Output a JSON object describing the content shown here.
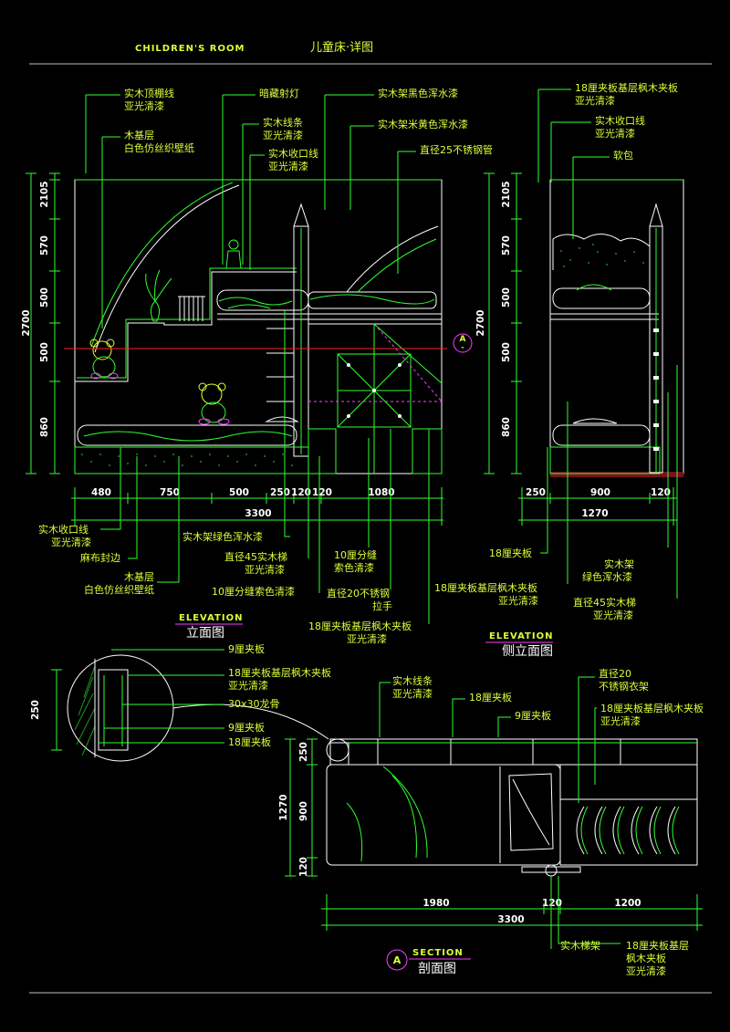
{
  "header": {
    "title_en": "CHILDREN'S  ROOM",
    "title_cn": "儿童床·详图"
  },
  "colors": {
    "background": "#000000",
    "linework": "#2fff2f",
    "labels": "#d8ff3a",
    "dimensions": "#ffffff",
    "accent": "#ff3bff"
  },
  "elevation": {
    "heading_en": "ELEVATION",
    "heading_cn": "立面图",
    "v_dims": [
      "2105",
      "570",
      "500",
      "500",
      "860"
    ],
    "total_height": "2700",
    "h_dims": [
      "480",
      "750",
      "500",
      "250",
      "120",
      "120",
      "1080"
    ],
    "total_width": "3300",
    "callout": "A",
    "callout_sub": "-",
    "labels_top": [
      [
        "实木顶棚线",
        "亚光清漆"
      ],
      [
        "木基层",
        "白色仿丝织壁纸"
      ],
      [
        "暗藏射灯"
      ],
      [
        "实木线条",
        "亚光清漆"
      ],
      [
        "实木收口线",
        "亚光清漆"
      ],
      [
        "实木架黑色浑水漆"
      ],
      [
        "实木架米黄色浑水漆"
      ],
      [
        "直径25不锈钢管"
      ]
    ],
    "labels_bottom": [
      [
        "实木收口线",
        "亚光清漆"
      ],
      [
        "麻布封边"
      ],
      [
        "实木架绿色浑水漆"
      ],
      [
        "直径45实木梯",
        "亚光清漆"
      ],
      [
        "木基层",
        "白色仿丝织壁纸"
      ],
      [
        "10厘分缝索色清漆"
      ],
      [
        "10厘分缝",
        "索色清漆"
      ],
      [
        "直径20不锈钢",
        "拉手"
      ],
      [
        "18厘夹板基层枫木夹板",
        "亚光清漆"
      ]
    ]
  },
  "side_elevation": {
    "heading_en": "ELEVATION",
    "heading_cn": "侧立面图",
    "v_dims": [
      "2105",
      "570",
      "500",
      "500",
      "860"
    ],
    "total_height": "2700",
    "h_dims": [
      "250",
      "900",
      "120"
    ],
    "total_width": "1270",
    "labels_top": [
      [
        "18厘夹板基层枫木夹板",
        "亚光清漆"
      ],
      [
        "实木收口线",
        "亚光清漆"
      ],
      [
        "软包"
      ]
    ],
    "labels_bottom": [
      [
        "18厘夹板"
      ],
      [
        "18厘夹板基层枫木夹板",
        "亚光清漆"
      ],
      [
        "实木架",
        "绿色浑水漆"
      ],
      [
        "直径45实木梯",
        "亚光清漆"
      ]
    ]
  },
  "detail": {
    "dim": "250",
    "labels": [
      [
        "9厘夹板"
      ],
      [
        "18厘夹板基层枫木夹板",
        "亚光清漆"
      ],
      [
        "30x30龙骨"
      ],
      [
        "9厘夹板"
      ],
      [
        "18厘夹板"
      ]
    ]
  },
  "section": {
    "heading_en": "SECTION",
    "heading_cn": "剖面图",
    "callout": "A",
    "v_dims": [
      "250",
      "900",
      "120"
    ],
    "total_height": "1270",
    "h_dims": [
      "1980",
      "120",
      "1200"
    ],
    "total_width": "3300",
    "labels_top": [
      [
        "实木线条",
        "亚光清漆"
      ],
      [
        "18厘夹板"
      ],
      [
        "9厘夹板"
      ],
      [
        "直径20",
        "不锈钢衣架"
      ],
      [
        "18厘夹板基层枫木夹板",
        "亚光清漆"
      ]
    ],
    "labels_bottom": [
      [
        "实木梯架"
      ],
      [
        "18厘夹板基层",
        "枫木夹板",
        "亚光清漆"
      ]
    ]
  }
}
